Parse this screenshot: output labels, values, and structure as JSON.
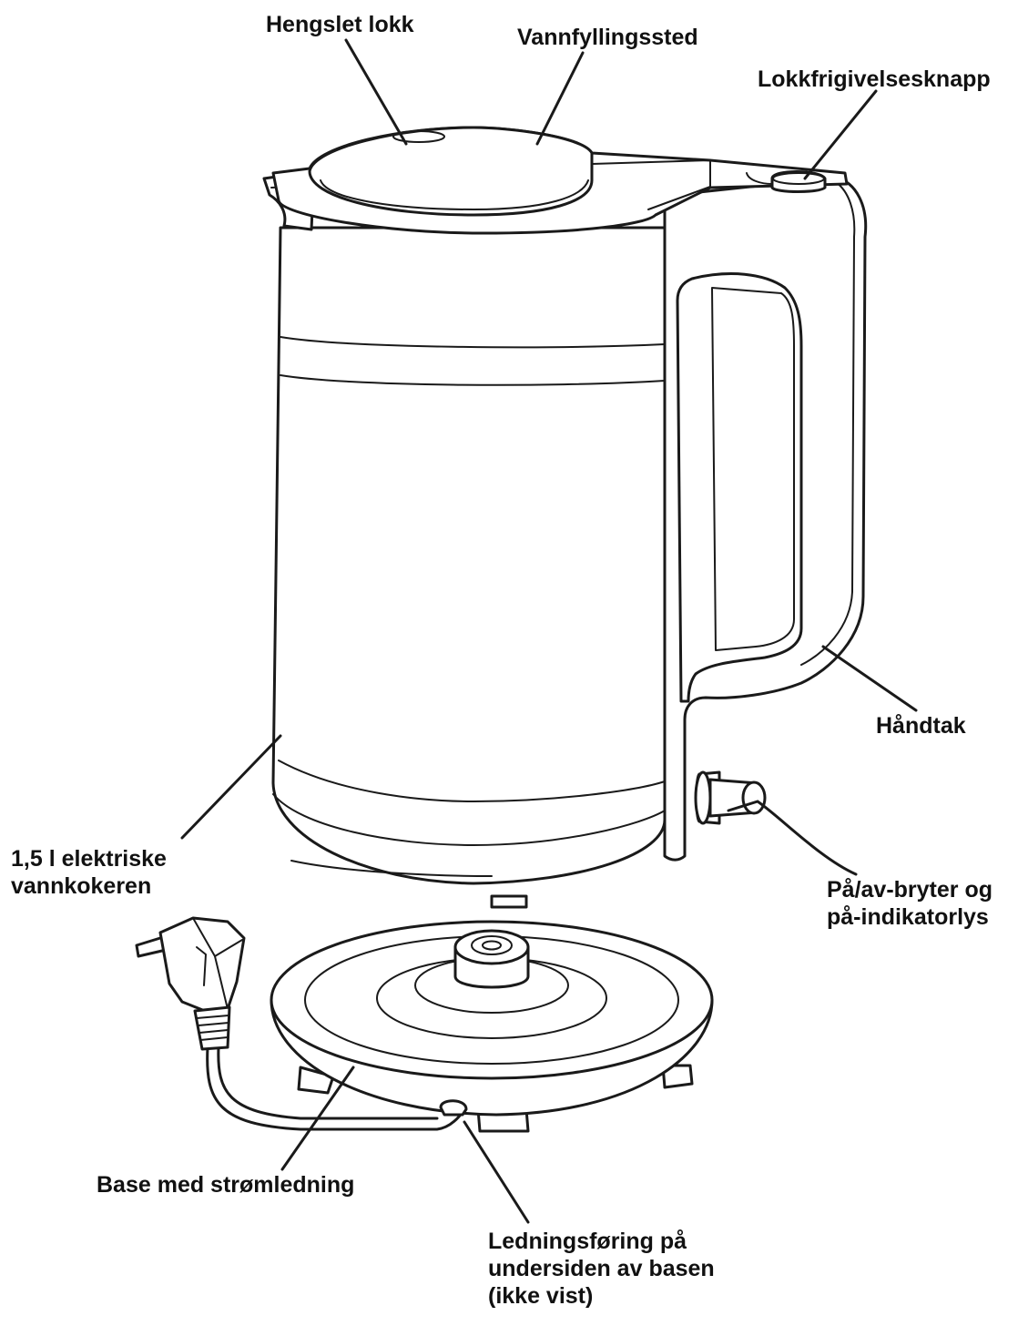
{
  "labels": {
    "hinged_lid": "Hengslet lokk",
    "water_fill": "Vannfyllingssted",
    "lid_release": "Lokkfrigivelsesknapp",
    "handle": "Håndtak",
    "kettle": [
      "1,5 l elektriske",
      "vannkokeren"
    ],
    "switch": [
      "På/av-bryter og",
      "på-indikatorlys"
    ],
    "base": "Base med strømledning",
    "cord_wrap": [
      "Ledningsføring på",
      "undersiden av basen",
      "(ikke vist)"
    ]
  },
  "colors": {
    "line": "#1a1a1a",
    "background": "#ffffff"
  }
}
